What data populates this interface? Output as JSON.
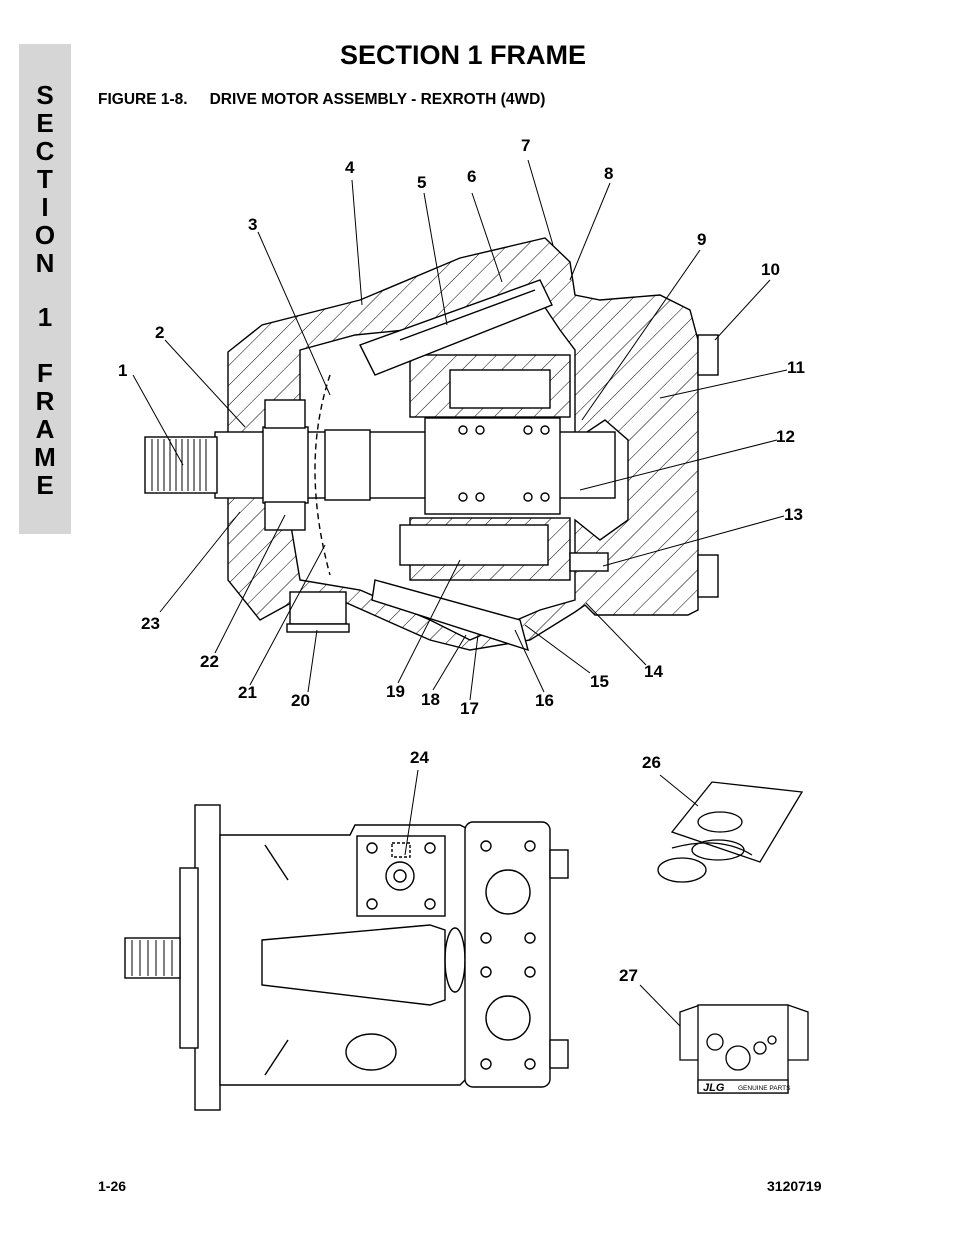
{
  "side_tab": {
    "letters": [
      "S",
      "E",
      "C",
      "T",
      "I",
      "O",
      "N",
      "",
      "1",
      "",
      "F",
      "R",
      "A",
      "M",
      "E"
    ]
  },
  "header": {
    "title": "SECTION 1  FRAME"
  },
  "figure": {
    "number": "FIGURE 1-8.",
    "caption": "DRIVE MOTOR ASSEMBLY - REXROTH (4WD)",
    "callouts": [
      "1",
      "2",
      "3",
      "4",
      "5",
      "6",
      "7",
      "8",
      "9",
      "10",
      "11",
      "12",
      "13",
      "14",
      "15",
      "16",
      "17",
      "18",
      "19",
      "20",
      "21",
      "22",
      "23",
      "24",
      "26",
      "27"
    ],
    "kit_label": "GENUINE PARTS",
    "brand_logo": "JLG"
  },
  "footer": {
    "page_number": "1-26",
    "document_number": "3120719"
  }
}
